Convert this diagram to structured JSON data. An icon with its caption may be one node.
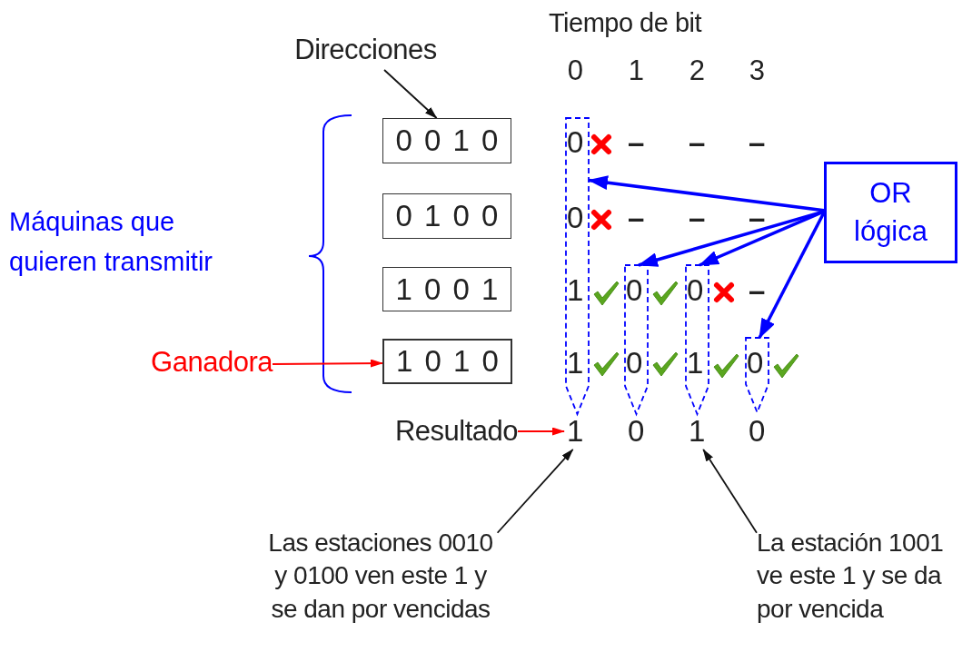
{
  "diagram": {
    "nodes": [
      {
        "text": [
          "Direcciones"
        ]
      },
      {
        "text": [
          "0 0 1 0"
        ]
      },
      {
        "text": [
          "0 1 0 0"
        ]
      },
      {
        "text": [
          "1 0 0 1"
        ]
      },
      {
        "text": [
          "1 0 1 0"
        ]
      },
      {
        "text": [
          "Ganadora"
        ]
      },
      {
        "text": [
          "OR lógica"
        ]
      },
      {
        "text": [
          "0",
          "0",
          "1",
          "1"
        ]
      },
      {
        "text": [
          "0",
          "0"
        ]
      },
      {
        "text": [
          "0",
          "1"
        ]
      },
      {
        "text": [
          "0"
        ]
      },
      {
        "text": [
          "Resultado"
        ]
      },
      {
        "text": [
          "1"
        ]
      },
      {
        "text": [
          "0"
        ]
      },
      {
        "text": [
          "1"
        ]
      },
      {
        "text": [
          "0"
        ]
      },
      {
        "text": [
          "Las estaciones 0010 y 0100 ven este 1 y se dan por vencidas"
        ]
      },
      {
        "text": [
          "La estación 1001 ve este 1 y se da por vencida"
        ]
      }
    ],
    "edges": [
      {
        "from": 0,
        "to": 1,
        "arrow": "to",
        "color": "#111111"
      },
      {
        "from": 5,
        "to": 4,
        "arrow": "to",
        "color": "#ff0000"
      },
      {
        "from": 6,
        "to": 7,
        "arrow": "to",
        "style": "thick",
        "color": "#0000ff"
      },
      {
        "from": 6,
        "to": 8,
        "arrow": "to",
        "style": "thick",
        "color": "#0000ff"
      },
      {
        "from": 6,
        "to": 9,
        "arrow": "to",
        "style": "thick",
        "color": "#0000ff"
      },
      {
        "from": 6,
        "to": 10,
        "arrow": "to",
        "style": "thick",
        "color": "#0000ff"
      },
      {
        "from": 11,
        "to": 12,
        "arrow": "to",
        "color": "#ff0000"
      },
      {
        "from": 16,
        "to": 12,
        "arrow": "to",
        "color": "#111111"
      },
      {
        "from": 17,
        "to": 14,
        "arrow": "to",
        "color": "#111111"
      }
    ],
    "labels": [
      "Tiempo de bit",
      "0",
      "1",
      "2",
      "3",
      "Máquinas que quieren transmitir",
      "–",
      "–",
      "–",
      "–",
      "–",
      "–",
      "–"
    ]
  }
}
